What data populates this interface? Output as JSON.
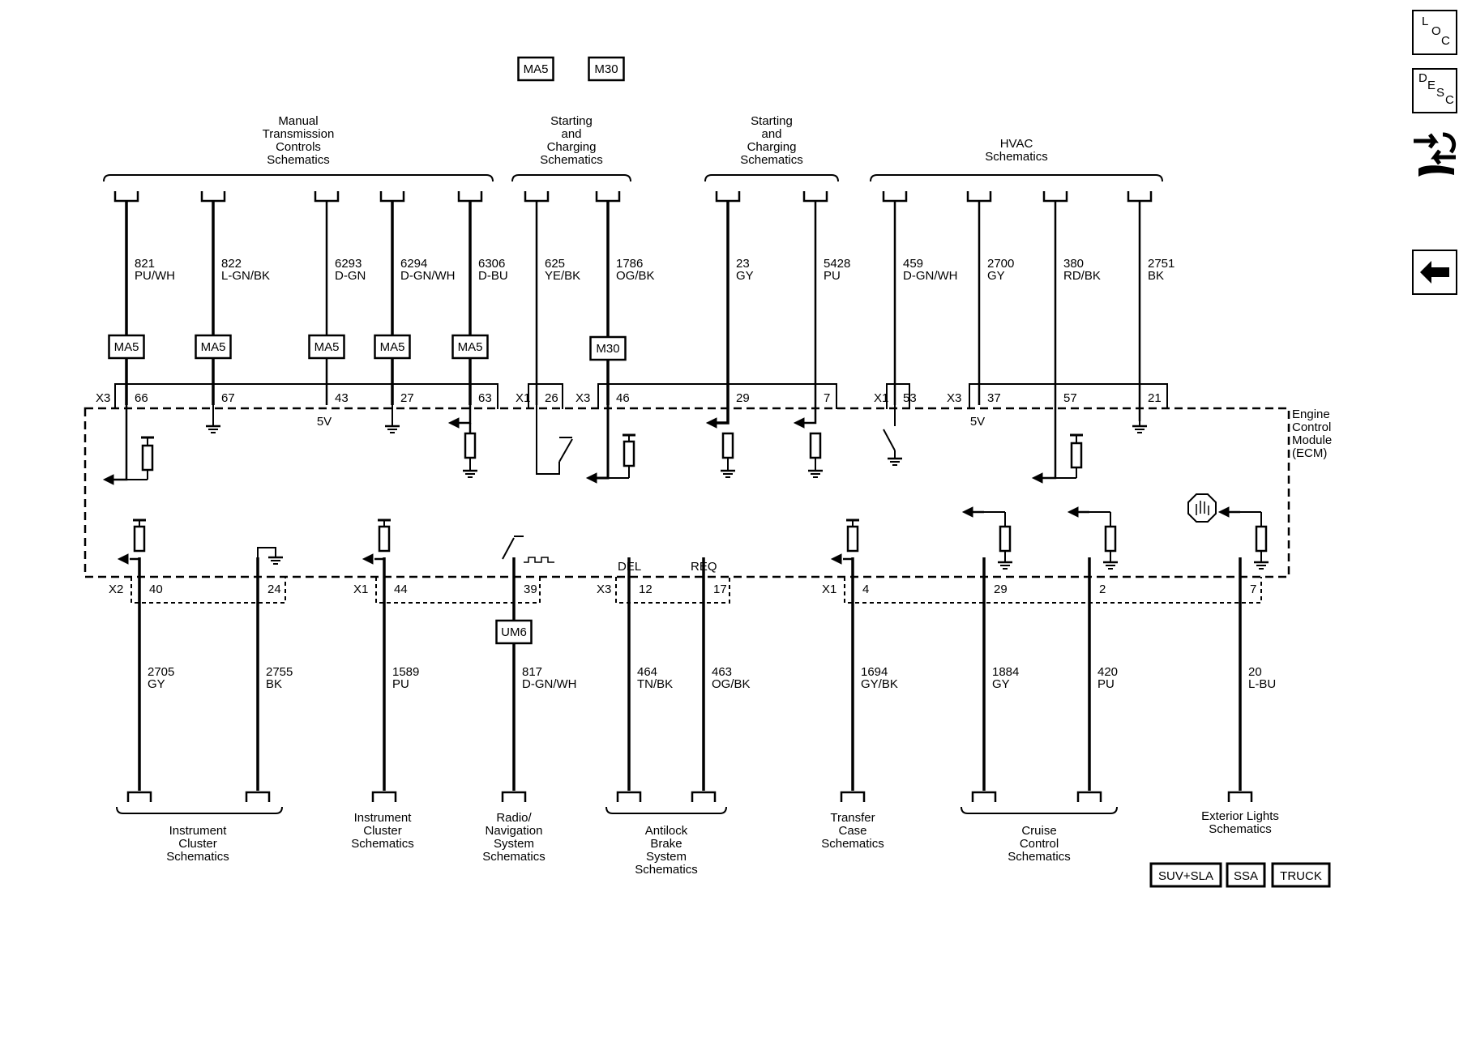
{
  "top_option_boxes": [
    "MA5",
    "M30"
  ],
  "top_groups": [
    {
      "label": [
        "Manual",
        "Transmission",
        "Controls",
        "Schematics"
      ]
    },
    {
      "label": [
        "Starting",
        "and",
        "Charging",
        "Schematics"
      ]
    },
    {
      "label": [
        "Starting",
        "and",
        "Charging",
        "Schematics"
      ]
    },
    {
      "label": [
        "HVAC",
        "Schematics"
      ]
    }
  ],
  "top_wires": [
    {
      "circuit": "821",
      "color": "PU/WH",
      "option": "MA5",
      "pin": "66"
    },
    {
      "circuit": "822",
      "color": "L-GN/BK",
      "option": "MA5",
      "pin": "67"
    },
    {
      "circuit": "6293",
      "color": "D-GN",
      "option": "MA5",
      "pin": "43"
    },
    {
      "circuit": "6294",
      "color": "D-GN/WH",
      "option": "MA5",
      "pin": "27"
    },
    {
      "circuit": "6306",
      "color": "D-BU",
      "option": "MA5",
      "pin": "63"
    },
    {
      "circuit": "625",
      "color": "YE/BK",
      "option": "",
      "pin": "26"
    },
    {
      "circuit": "1786",
      "color": "OG/BK",
      "option": "M30",
      "pin": "46"
    },
    {
      "circuit": "23",
      "color": "GY",
      "option": "",
      "pin": "29"
    },
    {
      "circuit": "5428",
      "color": "PU",
      "option": "",
      "pin": "7"
    },
    {
      "circuit": "459",
      "color": "D-GN/WH",
      "option": "",
      "pin": "53"
    },
    {
      "circuit": "2700",
      "color": "GY",
      "option": "",
      "pin": "37"
    },
    {
      "circuit": "380",
      "color": "RD/BK",
      "option": "",
      "pin": "57"
    },
    {
      "circuit": "2751",
      "color": "BK",
      "option": "",
      "pin": "21"
    }
  ],
  "top_connectors": [
    "X3",
    "X1",
    "X3",
    "X1",
    "X3"
  ],
  "voltage_labels": [
    "5V",
    "5V"
  ],
  "module": {
    "label": [
      "Engine",
      "Control",
      "Module",
      "(ECM)"
    ]
  },
  "signal_labels": [
    "DEL",
    "REQ"
  ],
  "bottom_connectors": [
    "X2",
    "X1",
    "X3",
    "X1"
  ],
  "bottom_wires": [
    {
      "circuit": "2705",
      "color": "GY",
      "pin": "40",
      "option": ""
    },
    {
      "circuit": "2755",
      "color": "BK",
      "pin": "24",
      "option": ""
    },
    {
      "circuit": "1589",
      "color": "PU",
      "pin": "44",
      "option": ""
    },
    {
      "circuit": "817",
      "color": "D-GN/WH",
      "pin": "39",
      "option": "UM6"
    },
    {
      "circuit": "464",
      "color": "TN/BK",
      "pin": "12",
      "option": ""
    },
    {
      "circuit": "463",
      "color": "OG/BK",
      "pin": "17",
      "option": ""
    },
    {
      "circuit": "1694",
      "color": "GY/BK",
      "pin": "4",
      "option": ""
    },
    {
      "circuit": "1884",
      "color": "GY",
      "pin": "29",
      "option": ""
    },
    {
      "circuit": "420",
      "color": "PU",
      "pin": "2",
      "option": ""
    },
    {
      "circuit": "20",
      "color": "L-BU",
      "pin": "7",
      "option": ""
    }
  ],
  "bottom_groups": [
    {
      "label": [
        "Instrument",
        "Cluster",
        "Schematics"
      ]
    },
    {
      "label": [
        "Instrument",
        "Cluster",
        "Schematics"
      ]
    },
    {
      "label": [
        "Radio/",
        "Navigation",
        "System",
        "Schematics"
      ]
    },
    {
      "label": [
        "Antilock",
        "Brake",
        "System",
        "Schematics"
      ]
    },
    {
      "label": [
        "Transfer",
        "Case",
        "Schematics"
      ]
    },
    {
      "label": [
        "Cruise",
        "Control",
        "Schematics"
      ]
    },
    {
      "label": [
        "Exterior Lights",
        "Schematics"
      ]
    }
  ],
  "vehicle_tags": [
    "SUV+SLA",
    "SSA",
    "TRUCK"
  ],
  "nav": {
    "loc": [
      "L",
      "O",
      "C"
    ],
    "desc": [
      "D",
      "E",
      "S",
      "C"
    ],
    "icons": [
      "connector-tool-icon",
      "back-arrow-icon"
    ]
  }
}
